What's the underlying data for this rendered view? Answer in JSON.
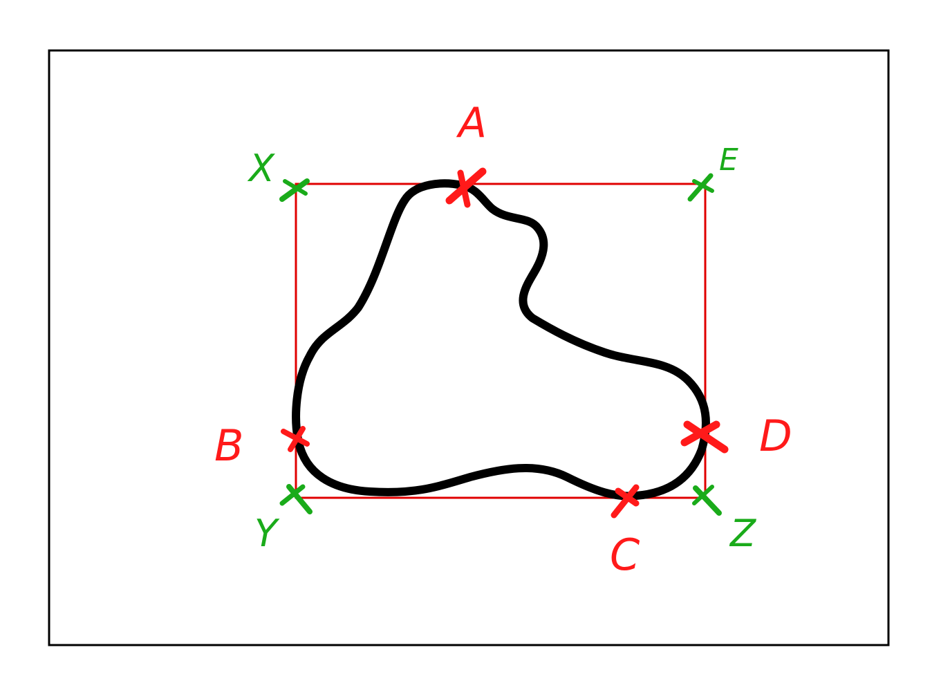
{
  "diagram": {
    "colors": {
      "frame": "#000000",
      "shape": "#000000",
      "extreme_points": "#ff0000",
      "bounding_box": "#e00000",
      "corners": "#1aab1a"
    },
    "extreme_points": [
      {
        "id": "A",
        "label": "A"
      },
      {
        "id": "B",
        "label": "B"
      },
      {
        "id": "C",
        "label": "C"
      },
      {
        "id": "D",
        "label": "D"
      }
    ],
    "corner_points": [
      {
        "id": "X",
        "label": "X"
      },
      {
        "id": "E",
        "label": "E"
      },
      {
        "id": "Y",
        "label": "Y"
      },
      {
        "id": "Z",
        "label": "Z"
      }
    ]
  }
}
